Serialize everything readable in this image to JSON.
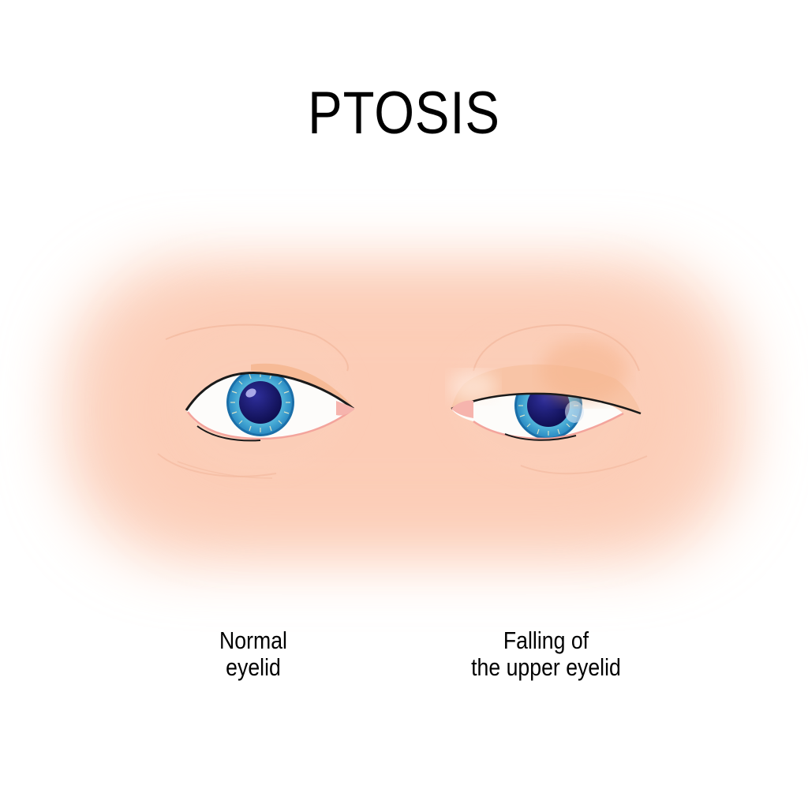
{
  "title": "PTOSIS",
  "colors": {
    "background": "#ffffff",
    "skin": "#fcd3bf",
    "skin_shadow": "#f7b994",
    "iris_outer": "#1b6fa8",
    "iris": "#5bbfe0",
    "pupil": "#1a1a6e",
    "sclera": "#fdfcfa",
    "lid_line": "#1a1a1a",
    "lower_lid": "#f3a49c"
  },
  "panels": [
    {
      "id": "normal",
      "caption_lines": [
        "Normal",
        "eyelid"
      ],
      "eye_state": "open"
    },
    {
      "id": "ptosis",
      "caption_lines": [
        "Falling of",
        "the upper eyelid"
      ],
      "eye_state": "drooping-upper-eyelid"
    }
  ]
}
